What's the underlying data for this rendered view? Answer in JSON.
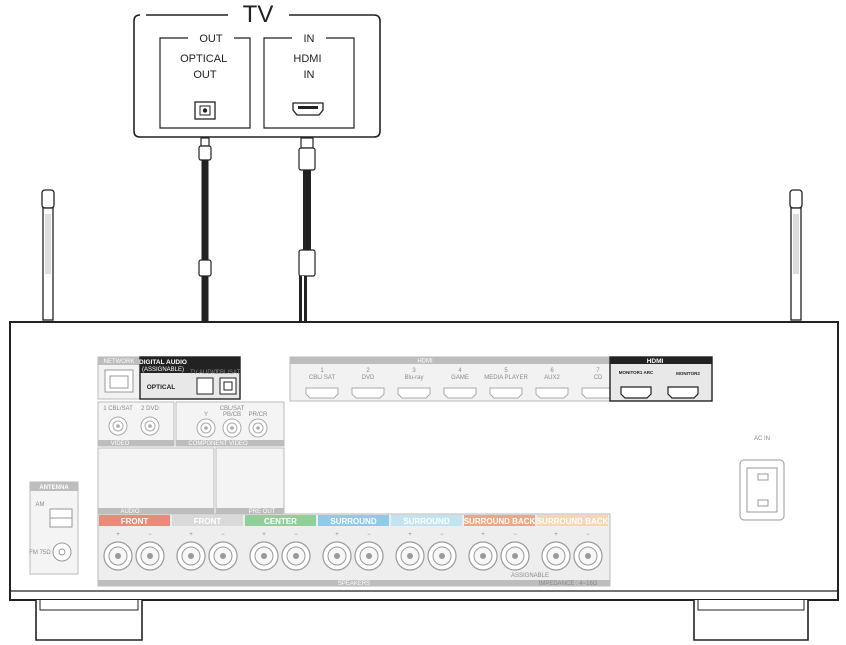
{
  "tv": {
    "title": "TV",
    "out_group": "OUT",
    "out_port": "OPTICAL\nOUT",
    "in_group": "IN",
    "in_port": "HDMI\nIN"
  },
  "receiver": {
    "network": "NETWORK",
    "digital_audio": "DIGITAL AUDIO",
    "assignable_small": "(ASSIGNABLE)",
    "optical": "OPTICAL",
    "opt_tv": "TV AUDIO",
    "opt_cbl": "CBL/SAT",
    "hdmi_in_title": "HDMI",
    "hdmi_inputs": [
      {
        "num": "1",
        "name": "CBL/ SAT"
      },
      {
        "num": "2",
        "name": "DVD"
      },
      {
        "num": "3",
        "name": "Blu-ray"
      },
      {
        "num": "4",
        "name": "GAME"
      },
      {
        "num": "5",
        "name": "MEDIA PLAYER"
      },
      {
        "num": "6",
        "name": "AUX2"
      },
      {
        "num": "7",
        "name": "CD"
      }
    ],
    "hdmi_out_title": "HDMI",
    "monitor1": "MONITOR1 ARC",
    "monitor2": "MONITOR2",
    "video_labels": [
      "1 CBL/SAT",
      "2 DVD"
    ],
    "video_title": "VIDEO",
    "component_title": "COMPONENT VIDEO",
    "component_cbl": "CBL/SAT",
    "component_jacks": [
      "Y",
      "PB/CB",
      "PR/CR"
    ],
    "audio_title": "AUDIO",
    "preout_title": "PRE OUT",
    "antenna": "ANTENNA",
    "am": "AM",
    "fm": "FM 75Ω",
    "ac_in": "AC IN",
    "speakers_title": "SPEAKERS",
    "impedance": "IMPEDANCE : 4~16Ω",
    "assignable": "ASSIGNABLE",
    "speaker_groups": [
      {
        "label": "FRONT",
        "color": "#e98a7a"
      },
      {
        "label": "FRONT",
        "color": "#d9d9d9"
      },
      {
        "label": "CENTER",
        "color": "#8fcf9a"
      },
      {
        "label": "SURROUND",
        "color": "#8ecbe6"
      },
      {
        "label": "SURROUND",
        "color": "#c4e3f1"
      },
      {
        "label": "SURROUND BACK",
        "color": "#f0a77e"
      },
      {
        "label": "SURROUND BACK",
        "color": "#f5d7b0"
      }
    ]
  }
}
